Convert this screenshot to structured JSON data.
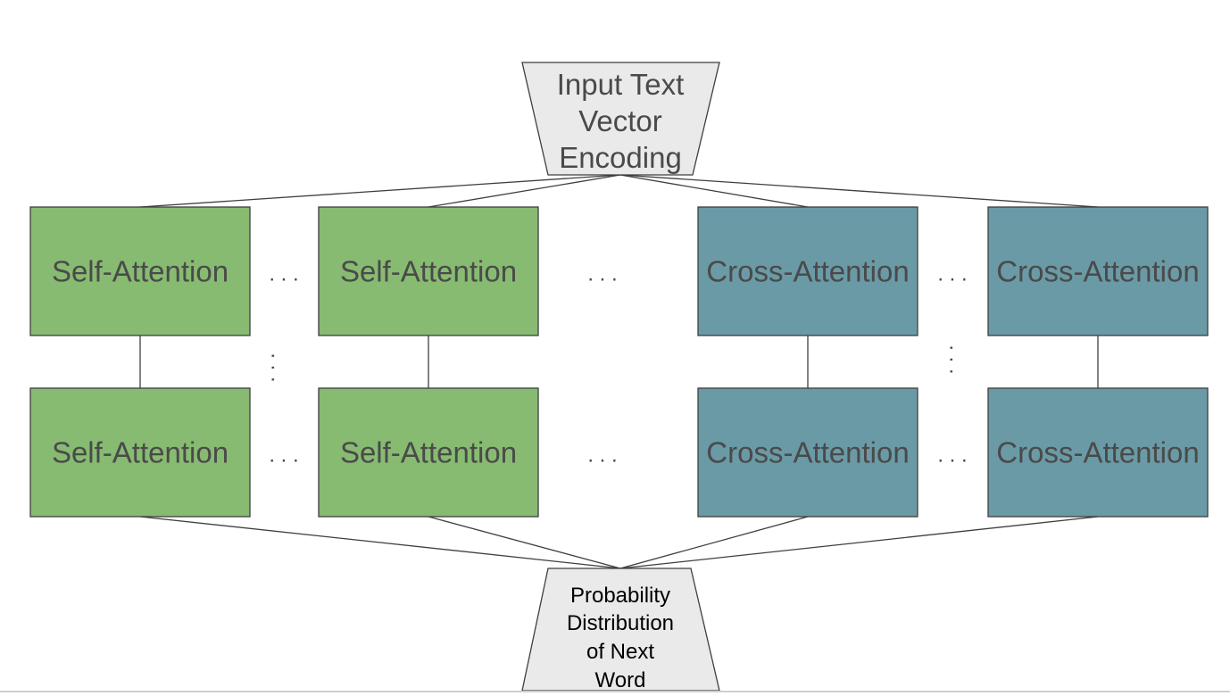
{
  "colors": {
    "self_attention_fill": "#87BB71",
    "cross_attention_fill": "#6A9AA6",
    "trapezoid_fill": "#EAEAEA",
    "stroke": "#3F3F3F",
    "label_text": "#4A4A4A",
    "output_text": "#000000"
  },
  "input": {
    "lines": [
      "Input Text",
      "Vector",
      "Encoding"
    ]
  },
  "output": {
    "lines": [
      "Probability",
      "Distribution",
      "of Next",
      "Word"
    ]
  },
  "rows": [
    {
      "blocks": [
        {
          "label": "Self-Attention",
          "kind": "self"
        },
        {
          "label": "Self-Attention",
          "kind": "self"
        },
        {
          "label": "Cross-Attention",
          "kind": "cross"
        },
        {
          "label": "Cross-Attention",
          "kind": "cross"
        }
      ]
    },
    {
      "blocks": [
        {
          "label": "Self-Attention",
          "kind": "self"
        },
        {
          "label": "Self-Attention",
          "kind": "self"
        },
        {
          "label": "Cross-Attention",
          "kind": "cross"
        },
        {
          "label": "Cross-Attention",
          "kind": "cross"
        }
      ]
    }
  ],
  "ellipsis": {
    "horizontal": ". . .",
    "vertical": ". . ."
  }
}
